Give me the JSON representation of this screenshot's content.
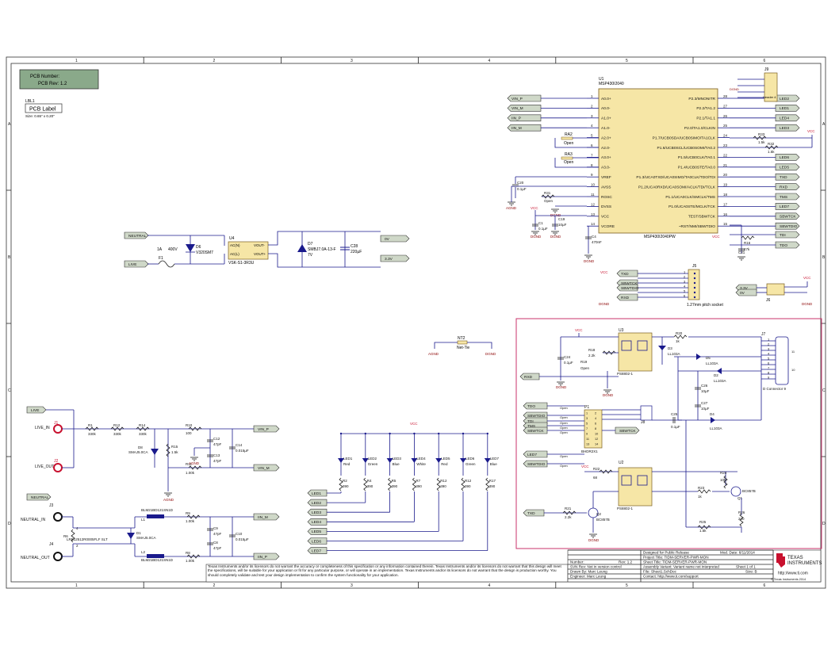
{
  "frame": {
    "cols": [
      "1",
      "2",
      "3",
      "4",
      "5",
      "6"
    ],
    "rows": [
      "A",
      "B",
      "C",
      "D"
    ]
  },
  "pcb_box": {
    "number": "PCB Number:",
    "rev": "PCB Rev: 1.2"
  },
  "lbl": {
    "ref": "LBL1",
    "label": "PCB Label",
    "size": "Size: 0.65\" x 0.20\""
  },
  "mcu": {
    "ref": "U1",
    "part_top": "MSP430I2040",
    "part_bottom": "MSP430I2040PW",
    "left_pins": [
      {
        "num": "1",
        "name": "A0.0+"
      },
      {
        "num": "2",
        "name": "A0.0-"
      },
      {
        "num": "3",
        "name": "A1.0+"
      },
      {
        "num": "4",
        "name": "A1.0-"
      },
      {
        "num": "5",
        "name": "A2.0+"
      },
      {
        "num": "6",
        "name": "A2.0-"
      },
      {
        "num": "7",
        "name": "A3.0+"
      },
      {
        "num": "8",
        "name": "A3.0-"
      },
      {
        "num": "9",
        "name": "VREF"
      },
      {
        "num": "10",
        "name": "AVSS"
      },
      {
        "num": "11",
        "name": "ROSC"
      },
      {
        "num": "12",
        "name": "DVSS"
      },
      {
        "num": "13",
        "name": "VCC"
      },
      {
        "num": "14",
        "name": "VCORE"
      }
    ],
    "right_pins": [
      {
        "num": "28",
        "name": "P2.3/MNONITR"
      },
      {
        "num": "27",
        "name": "P2.2/TA1.2"
      },
      {
        "num": "26",
        "name": "P2.1/TA1.1"
      },
      {
        "num": "25",
        "name": "P2.0/TA1.0/CLKIN"
      },
      {
        "num": "24",
        "name": "P1.7/UCB0SDA/UCB0SIMO/TA1CLK"
      },
      {
        "num": "23",
        "name": "P1.6/UCB0SCL/UCB0SOMI/TA0.2"
      },
      {
        "num": "22",
        "name": "P1.5/UCB0CLK/TA0.1"
      },
      {
        "num": "21",
        "name": "P1.4/UCB0STE/TA0.0"
      },
      {
        "num": "20",
        "name": "P1.3/UCA0TXD/UCA0SIMO/TA0CLK/TDO/TDI"
      },
      {
        "num": "19",
        "name": "P1.2/UCA0RXD/UCA0SOMI/ACLK/TDI/TCLK"
      },
      {
        "num": "18",
        "name": "P1.1/UCA0CLK/SMCLK/TMS"
      },
      {
        "num": "17",
        "name": "P1.0/UCA0STE/MCLK/TCK"
      },
      {
        "num": "16",
        "name": "TEST/SBWTCK"
      },
      {
        "num": "15",
        "name": "~RST/NMI/SBWTDIO"
      }
    ],
    "left_nets": [
      "VIN_P",
      "VIN_M",
      "IIN_P",
      "IIN_M"
    ],
    "right_nets": [
      "LED2",
      "LED1",
      "LED4",
      "LED3",
      "LED6",
      "LED5",
      "TXD",
      "RXD",
      "TMS",
      "LED7",
      "SBWTCK",
      "SBWTDIO",
      "TDI",
      "TDO"
    ]
  },
  "jumpers_top": {
    "j9": "J9",
    "j9_part": "Header 4",
    "ra2": "RA2",
    "ra3": "RA3",
    "open": "Open"
  },
  "passives_top": [
    {
      "ref": "C20",
      "val": "0.1µF"
    },
    {
      "ref": "R31",
      "val": "Open"
    },
    {
      "ref": "C1",
      "val": "0.1µF"
    },
    {
      "ref": "C19",
      "val": "10µF"
    },
    {
      "ref": "C4",
      "val": "470nF"
    },
    {
      "ref": "R16",
      "val": "47k"
    },
    {
      "ref": "C21",
      "val": ""
    },
    {
      "ref": "R33",
      "val": "1.5k"
    },
    {
      "ref": "R32",
      "val": "1.5k"
    }
  ],
  "power_labels": {
    "vcc": "VCC",
    "dgnd": "DGND",
    "agnd": "AGND"
  },
  "j5": {
    "ref": "J5",
    "pitch": "1.27mm pitch socket",
    "nets": [
      "TXD",
      "SBWTCK",
      "SBWTDIO",
      "RXD"
    ]
  },
  "j6": {
    "ref": "J6",
    "nets": [
      "3.3V",
      "0V"
    ]
  },
  "psu": {
    "fuse": "F1",
    "fuse_val": "1A",
    "volt": "400V",
    "d6": "D6",
    "d6_part": "V320SM7",
    "u4": "U4",
    "u4_part": "VSK-S1-3R3U",
    "pins": [
      "AC(N)",
      "AC(L)",
      "VOUT-",
      "VOUT+"
    ],
    "d7": "D7",
    "d7_part": "SMBJ7.0A-13-F",
    "d7_val": "7V",
    "c28": "C28",
    "c28_val": "220µF",
    "nets_in": [
      "NEUTRAL",
      "LIVE"
    ],
    "nets_out": [
      "0V",
      "3.3V"
    ]
  },
  "nt": {
    "ref": "NT2",
    "part": "Net-Tie"
  },
  "front": {
    "nets": [
      "LIVE",
      "NEUTRAL"
    ],
    "j1": "J1",
    "j1_name": "LIVE_IN",
    "j2": "J2",
    "j2_name": "LIVE_OUT",
    "j3": "J3",
    "j3_name": "NEUTRAL_IN",
    "j4": "J4",
    "j4_name": "NEUTRAL_OUT",
    "r1": "R1",
    "r12": "R12",
    "r14": "R14",
    "rval": "330k",
    "r10": "R10",
    "r10_val": "100",
    "r15": "R15",
    "r15_val": "1.5k",
    "r11": "R11",
    "r11_val": "1.00k",
    "d8": "D8",
    "d8_part": "SMAJ5.0CA",
    "c12": "C12",
    "c13": "C13",
    "c47": "47pF",
    "c14": "C14",
    "c015": "0.015µF",
    "out_nets": [
      "VIN_P",
      "VIN_M",
      "IIN_M",
      "IIN_P"
    ],
    "l1": "L1",
    "l2": "L2",
    "bead": "BLM21BD121SN1D",
    "r6": "R6",
    "shunt": "LRB12512R0005FLF SLT",
    "d1": "D1",
    "d1_part": "SMAJ5.0CA",
    "r9": "R9",
    "r8": "R8",
    "c9": "C9",
    "c8": "C8",
    "c10": "C10"
  },
  "leds": {
    "vcc": "VCC",
    "items": [
      {
        "ref": "LED1",
        "color": "Red",
        "r": "R2"
      },
      {
        "ref": "LED2",
        "color": "Green",
        "r": "R4"
      },
      {
        "ref": "LED3",
        "color": "Blue",
        "r": "R5"
      },
      {
        "ref": "LED4",
        "color": "White",
        "r": "R7"
      },
      {
        "ref": "LED5",
        "color": "Red",
        "r": "R12"
      },
      {
        "ref": "LED6",
        "color": "Green",
        "r": "R12"
      },
      {
        "ref": "LED7",
        "color": "Blue",
        "r": "R17"
      }
    ],
    "rval": "390",
    "nets": [
      "LED1",
      "LED2",
      "LED3",
      "LED4",
      "LED5",
      "LED6",
      "LED7"
    ]
  },
  "iso": {
    "u3": "U3",
    "u2": "U2",
    "opto": "PS8802-1",
    "r20": "R20",
    "r20_val": "1k",
    "d3": "D3",
    "d3_part": "LL103A",
    "r18": "R18",
    "r18_val": "2.2k",
    "r19": "R19",
    "c24": "C24",
    "c24_val": "0.1µF",
    "open": "Open",
    "d5": "D5",
    "d2": "D2",
    "ll103a": "LL103A",
    "c26": "C26",
    "c26_val": "10µF",
    "c27": "C27",
    "c27_val": "10µF",
    "d4": "D4",
    "j7": "J7",
    "j7_part": "D Connector 9",
    "p1": "P1",
    "p1_part": "BHDR2X1",
    "c25": "C25",
    "c25_val": "0.1µF",
    "j8": "J8",
    "r22": "R22",
    "r22_val": "68",
    "r23": "R23",
    "r23_val": "1k",
    "r24": "R24",
    "r24_val": "10k",
    "q1": "Q1",
    "q2": "Q2",
    "bc857b": "BC857B",
    "r21": "R21",
    "r21_val": "2.2k",
    "r25": "R25",
    "r25_val": "1.5k",
    "r26": "R26",
    "r26_val": "220",
    "nets": [
      "RXD",
      "TDO",
      "SBWTDIO",
      "TDI",
      "TMS",
      "SBWTCK",
      "LED7",
      "SBWTCK",
      "TXD"
    ]
  },
  "titleblock": {
    "disclaimer": "Texas Instruments and/or its licensors do not warrant the accuracy or completeness of this specification or any information contained therein. Texas Instruments and/or its licensors do not warrant that this design will meet the specifications, will be suitable for your application or fit for any particular purpose, or will operate in an implementation. Texas Instruments and/or its licensors do not warrant that the design is production worthy. You should completely validate and test your design implementation to confirm the system functionality for your application.",
    "release": "Designed for Public Release",
    "mod_date": "Mod. Date: 6/11/2014",
    "project": "Project Title: TIDM-SERVER-PWR-MON",
    "sheet_title": "Sheet Title: TIDM-SERVER-PWR-MON",
    "number": "Number:",
    "rev": "Rev: 1.2",
    "svn": "SVN Rev: Not in version control",
    "assembly": "Assembly Variant: Variant name not interpreted",
    "sheet": "Sheet 1 of 1",
    "drawn": "Drawn By: Marc Leung",
    "file": "File: Sheet1.SchDoc",
    "size": "Size: B",
    "engineer": "Engineer: Marc Leung",
    "contact": "Contact: http://www.ti.com/support",
    "url": "http://www.ti.com",
    "copy": "© Texas Instruments 2014",
    "ti1": "TEXAS",
    "ti2": "INSTRUMENTS"
  }
}
